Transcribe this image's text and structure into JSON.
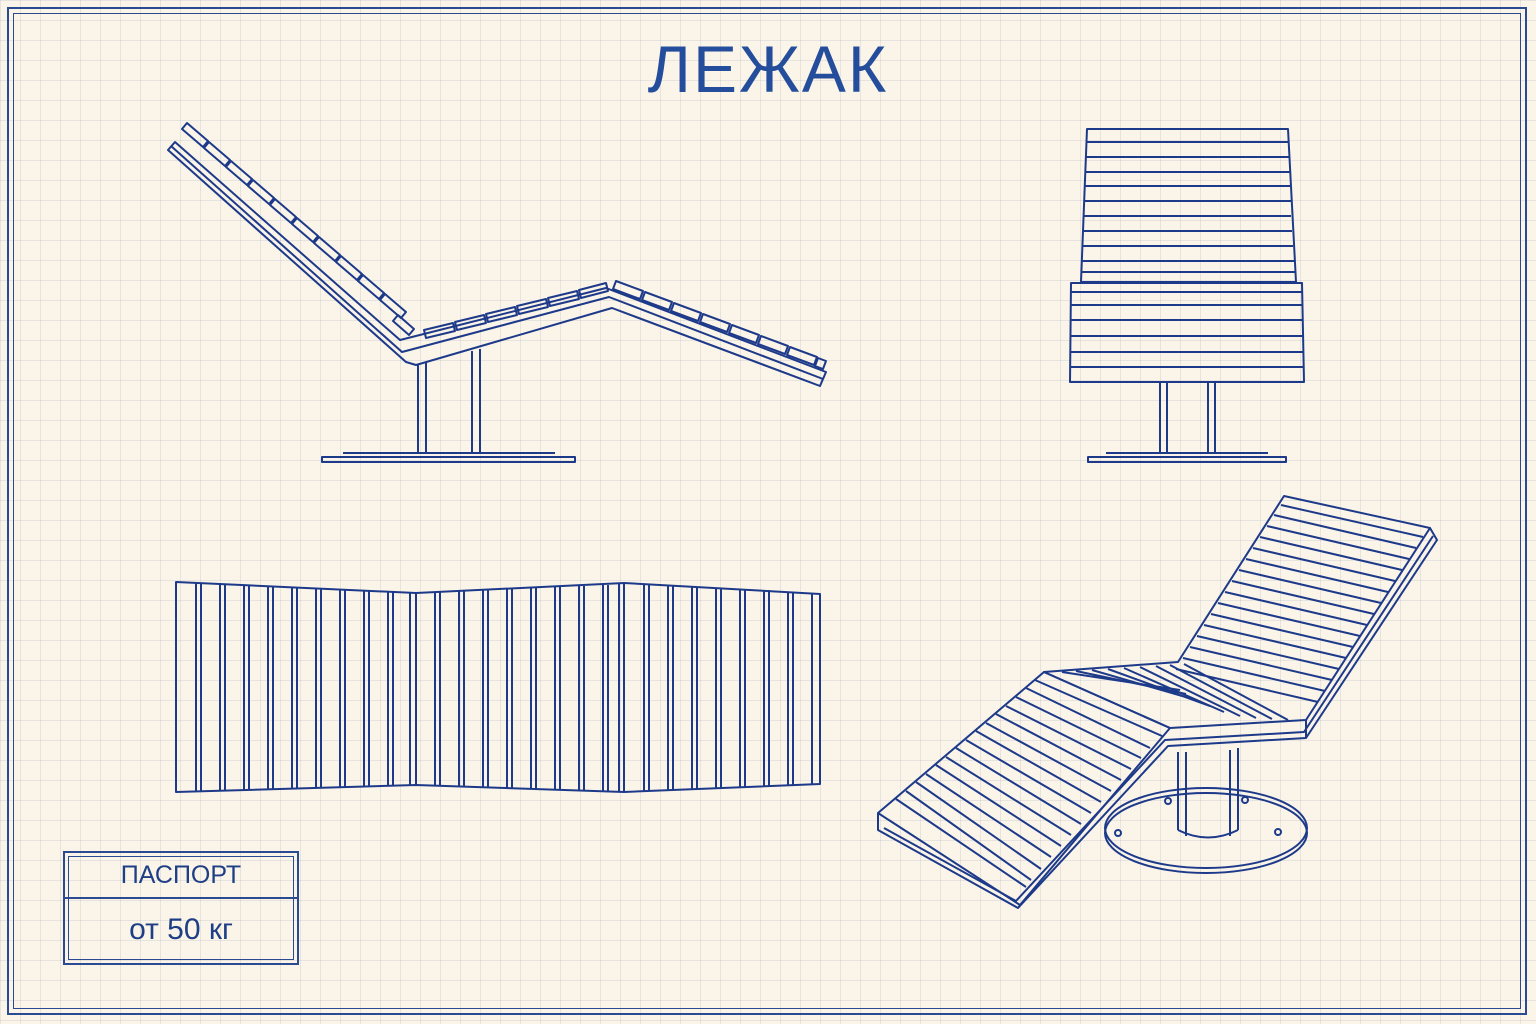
{
  "sheet": {
    "title": "ЛЕЖАК"
  },
  "stamp": {
    "heading": "ПАСПОРТ",
    "value": "от 50 кг"
  },
  "colors": {
    "line": "#1d3a8a",
    "paper": "#fbf4e8",
    "grid": "#d9dceb"
  }
}
